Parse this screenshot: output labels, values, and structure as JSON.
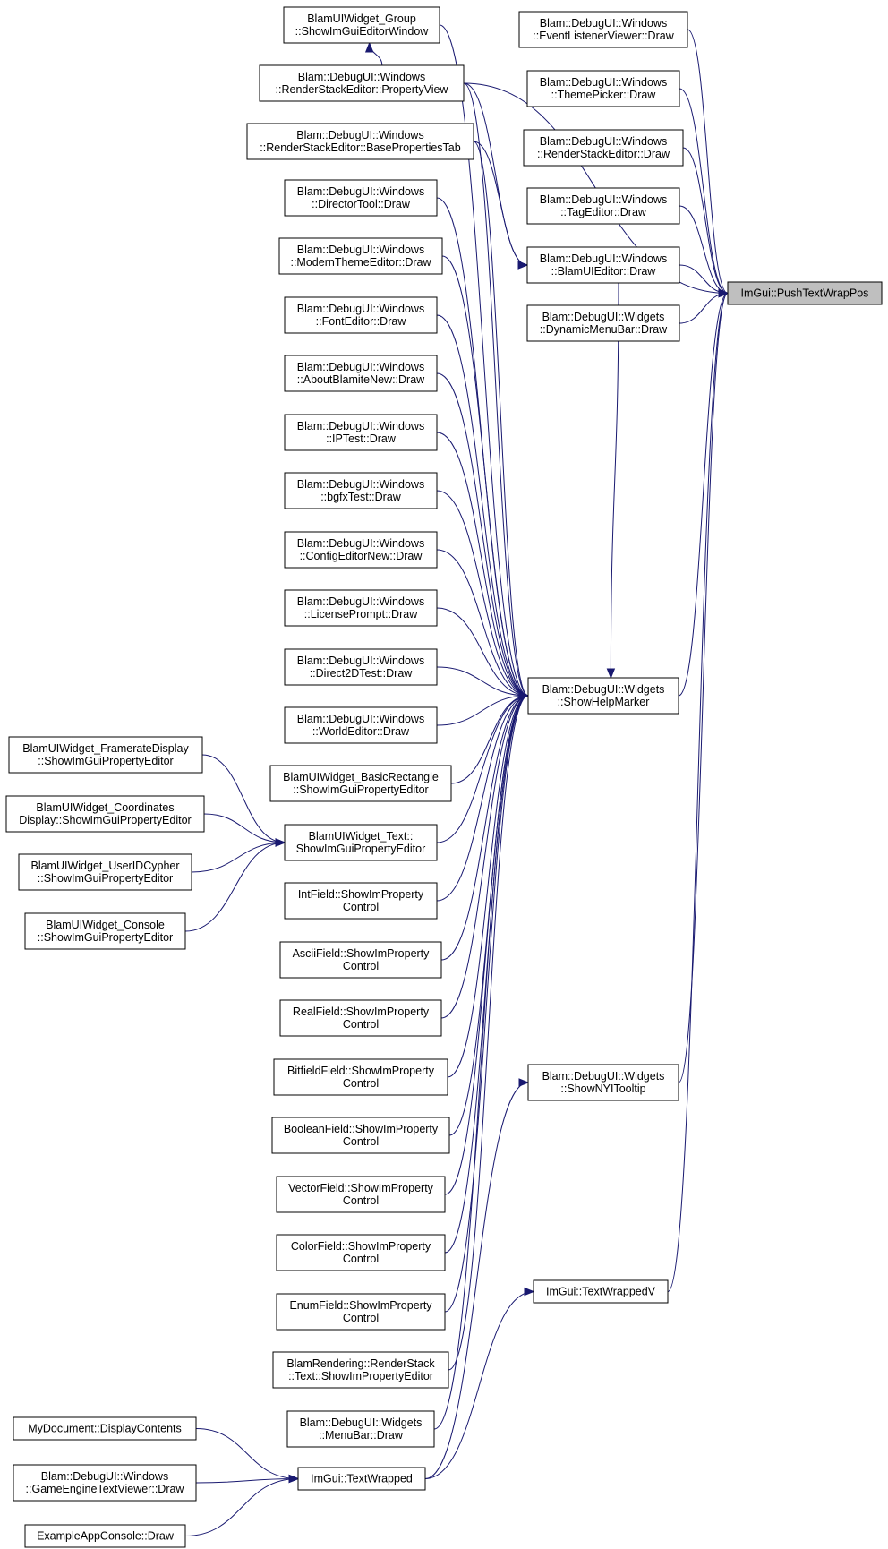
{
  "root": "n_push",
  "colors": {
    "edge": "#191970",
    "root_fill": "#bfbfbf",
    "node_fill": "#ffffff",
    "border": "#000000"
  },
  "nodes": {
    "n_push": [
      "ImGui::PushTextWrapPos"
    ],
    "n_help": [
      "Blam::DebugUI::Widgets",
      "::ShowHelpMarker"
    ],
    "n_nyi": [
      "Blam::DebugUI::Widgets",
      "::ShowNYITooltip"
    ],
    "n_twv": [
      "ImGui::TextWrappedV"
    ],
    "n_tw": [
      "ImGui::TextWrapped"
    ],
    "n_elv": [
      "Blam::DebugUI::Windows",
      "::EventListenerViewer::Draw"
    ],
    "n_theme": [
      "Blam::DebugUI::Windows",
      "::ThemePicker::Draw"
    ],
    "n_rse": [
      "Blam::DebugUI::Windows",
      "::RenderStackEditor::Draw"
    ],
    "n_tag": [
      "Blam::DebugUI::Windows",
      "::TagEditor::Draw"
    ],
    "n_bue": [
      "Blam::DebugUI::Windows",
      "::BlamUIEditor::Draw"
    ],
    "n_dmb": [
      "Blam::DebugUI::Widgets",
      "::DynamicMenuBar::Draw"
    ],
    "n_group": [
      "BlamUIWidget_Group",
      "::ShowImGuiEditorWindow"
    ],
    "n_rsepv": [
      "Blam::DebugUI::Windows",
      "::RenderStackEditor::PropertyView"
    ],
    "n_rsebp": [
      "Blam::DebugUI::Windows",
      "::RenderStackEditor::BasePropertiesTab"
    ],
    "n_dir": [
      "Blam::DebugUI::Windows",
      "::DirectorTool::Draw"
    ],
    "n_mte": [
      "Blam::DebugUI::Windows",
      "::ModernThemeEditor::Draw"
    ],
    "n_font": [
      "Blam::DebugUI::Windows",
      "::FontEditor::Draw"
    ],
    "n_about": [
      "Blam::DebugUI::Windows",
      "::AboutBlamiteNew::Draw"
    ],
    "n_ip": [
      "Blam::DebugUI::Windows",
      "::IPTest::Draw"
    ],
    "n_bgfx": [
      "Blam::DebugUI::Windows",
      "::bgfxTest::Draw"
    ],
    "n_cfg": [
      "Blam::DebugUI::Windows",
      "::ConfigEditorNew::Draw"
    ],
    "n_lic": [
      "Blam::DebugUI::Windows",
      "::LicensePrompt::Draw"
    ],
    "n_d2d": [
      "Blam::DebugUI::Windows",
      "::Direct2DTest::Draw"
    ],
    "n_world": [
      "Blam::DebugUI::Windows",
      "::WorldEditor::Draw"
    ],
    "n_rect": [
      "BlamUIWidget_BasicRectangle",
      "::ShowImGuiPropertyEditor"
    ],
    "n_text": [
      "BlamUIWidget_Text::",
      "ShowImGuiPropertyEditor"
    ],
    "n_int": [
      "IntField::ShowImProperty",
      "Control"
    ],
    "n_ascii": [
      "AsciiField::ShowImProperty",
      "Control"
    ],
    "n_real": [
      "RealField::ShowImProperty",
      "Control"
    ],
    "n_bits": [
      "BitfieldField::ShowImProperty",
      "Control"
    ],
    "n_bool": [
      "BooleanField::ShowImProperty",
      "Control"
    ],
    "n_vec": [
      "VectorField::ShowImProperty",
      "Control"
    ],
    "n_color": [
      "ColorField::ShowImProperty",
      "Control"
    ],
    "n_enum": [
      "EnumField::ShowImProperty",
      "Control"
    ],
    "n_rstext": [
      "BlamRendering::RenderStack",
      "::Text::ShowImPropertyEditor"
    ],
    "n_menubar": [
      "Blam::DebugUI::Widgets",
      "::MenuBar::Draw"
    ],
    "n_fps": [
      "BlamUIWidget_FramerateDisplay",
      "::ShowImGuiPropertyEditor"
    ],
    "n_coord": [
      "BlamUIWidget_Coordinates",
      "Display::ShowImGuiPropertyEditor"
    ],
    "n_uid": [
      "BlamUIWidget_UserIDCypher",
      "::ShowImGuiPropertyEditor"
    ],
    "n_console": [
      "BlamUIWidget_Console",
      "::ShowImGuiPropertyEditor"
    ],
    "n_mydoc": [
      "MyDocument::DisplayContents"
    ],
    "n_gtv": [
      "Blam::DebugUI::Windows",
      "::GameEngineTextViewer::Draw"
    ],
    "n_eac": [
      "ExampleAppConsole::Draw"
    ]
  },
  "edges": [
    [
      "n_elv",
      "n_push"
    ],
    [
      "n_theme",
      "n_push"
    ],
    [
      "n_rse",
      "n_push"
    ],
    [
      "n_tag",
      "n_push"
    ],
    [
      "n_bue",
      "n_push"
    ],
    [
      "n_dmb",
      "n_push"
    ],
    [
      "n_rsepv",
      "n_push"
    ],
    [
      "n_help",
      "n_push"
    ],
    [
      "n_nyi",
      "n_push"
    ],
    [
      "n_twv",
      "n_push"
    ],
    [
      "n_group",
      "n_help"
    ],
    [
      "n_rsepv",
      "n_help"
    ],
    [
      "n_rsebp",
      "n_help"
    ],
    [
      "n_dir",
      "n_help"
    ],
    [
      "n_mte",
      "n_help"
    ],
    [
      "n_font",
      "n_help"
    ],
    [
      "n_about",
      "n_help"
    ],
    [
      "n_ip",
      "n_help"
    ],
    [
      "n_bgfx",
      "n_help"
    ],
    [
      "n_cfg",
      "n_help"
    ],
    [
      "n_lic",
      "n_help"
    ],
    [
      "n_d2d",
      "n_help"
    ],
    [
      "n_world",
      "n_help"
    ],
    [
      "n_rect",
      "n_help"
    ],
    [
      "n_text",
      "n_help"
    ],
    [
      "n_int",
      "n_help"
    ],
    [
      "n_ascii",
      "n_help"
    ],
    [
      "n_real",
      "n_help"
    ],
    [
      "n_bits",
      "n_help"
    ],
    [
      "n_bool",
      "n_help"
    ],
    [
      "n_vec",
      "n_help"
    ],
    [
      "n_color",
      "n_help"
    ],
    [
      "n_enum",
      "n_help"
    ],
    [
      "n_rstext",
      "n_help"
    ],
    [
      "n_menubar",
      "n_help"
    ],
    [
      "n_bue",
      "n_help"
    ],
    [
      "n_rsepv",
      "n_group"
    ],
    [
      "n_rsepv",
      "n_bue"
    ],
    [
      "n_rsebp",
      "n_bue"
    ],
    [
      "n_fps",
      "n_text"
    ],
    [
      "n_coord",
      "n_text"
    ],
    [
      "n_uid",
      "n_text"
    ],
    [
      "n_console",
      "n_text"
    ],
    [
      "n_tw",
      "n_nyi"
    ],
    [
      "n_tw",
      "n_twv"
    ],
    [
      "n_mydoc",
      "n_tw"
    ],
    [
      "n_gtv",
      "n_tw"
    ],
    [
      "n_eac",
      "n_tw"
    ]
  ]
}
